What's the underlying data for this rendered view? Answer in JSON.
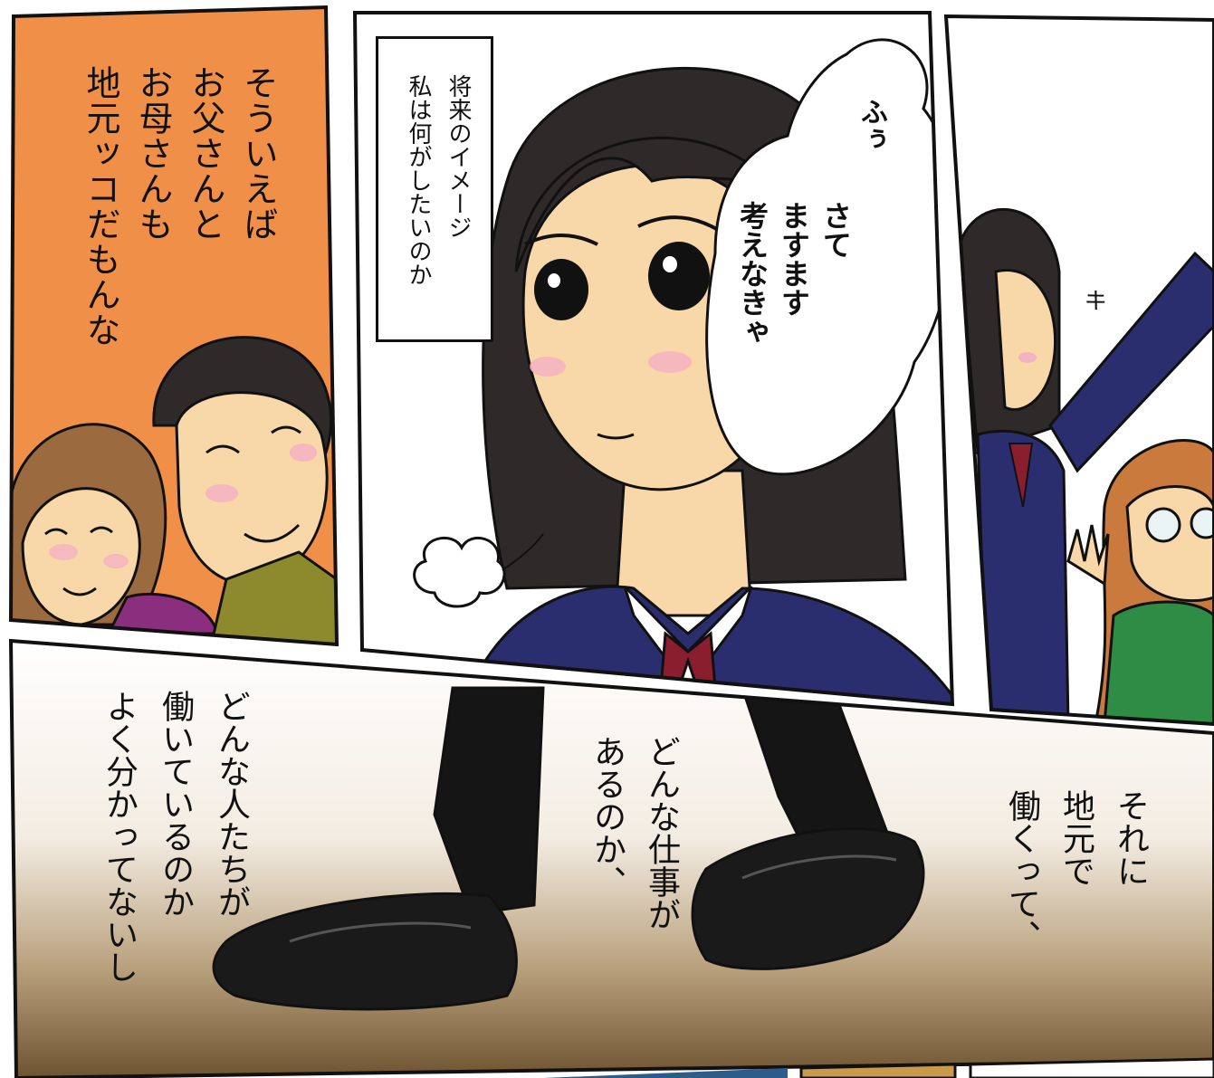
{
  "panels": {
    "top_left": {
      "background": "#F08F48",
      "lines": [
        "そういえば",
        "お父さんと",
        "お母さんも",
        "地元ッコだもんな"
      ]
    },
    "top_center": {
      "caption_lines": [
        "将来のイメージ",
        "私は何がしたいのか"
      ],
      "bubble_lines": [
        "ふぅ",
        "さて",
        "ますます",
        "考えなきゃ"
      ]
    },
    "top_right": {
      "sfx": "キ"
    },
    "bottom": {
      "right_lines": [
        "それに",
        "地元で",
        "働くって、"
      ],
      "middle_lines": [
        "どんな仕事が",
        "あるのか、"
      ],
      "left_lines": [
        "どんな人たちが",
        "働いているのか",
        "よく分かってないし"
      ]
    }
  },
  "colors": {
    "blazer": "#2B2E6E",
    "ribbon": "#8A1E2E",
    "skin": "#F8D7A8",
    "hair": "#2E2A2A",
    "floor": "#7A6040"
  }
}
